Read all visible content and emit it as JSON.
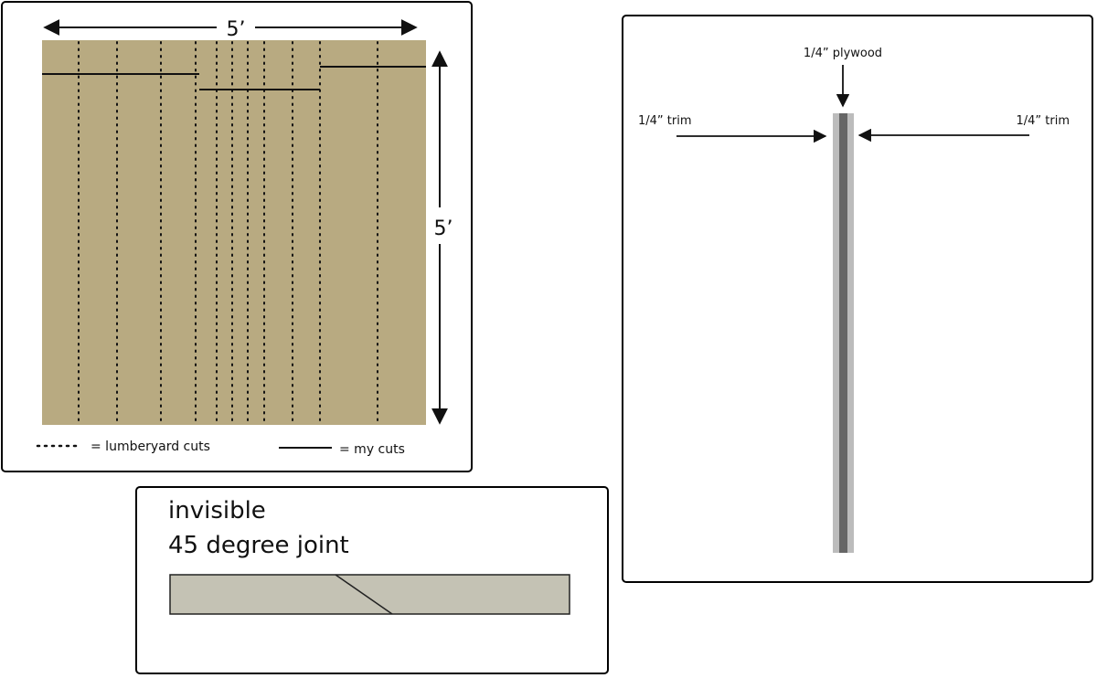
{
  "panels": {
    "cut_plan": {
      "dimensions": {
        "width_label": "5’",
        "height_label": "5’"
      },
      "legend": {
        "lumberyard": "= lumberyard cuts",
        "mine": "= my cuts"
      },
      "colors": {
        "board": "#b8aa81",
        "cut_line": "#111111"
      },
      "lumberyard_cut_count": 11,
      "my_cut_count": 3
    },
    "joint": {
      "title_line1": "invisible",
      "title_line2": "45 degree joint",
      "colors": {
        "board": "#c4c2b4",
        "outline": "#222222"
      }
    },
    "cross_section": {
      "top_label": "1/4” plywood",
      "left_label": "1/4” trim",
      "right_label": "1/4” trim",
      "colors": {
        "trim": "#bcbcbc",
        "plywood": "#666666"
      }
    }
  }
}
